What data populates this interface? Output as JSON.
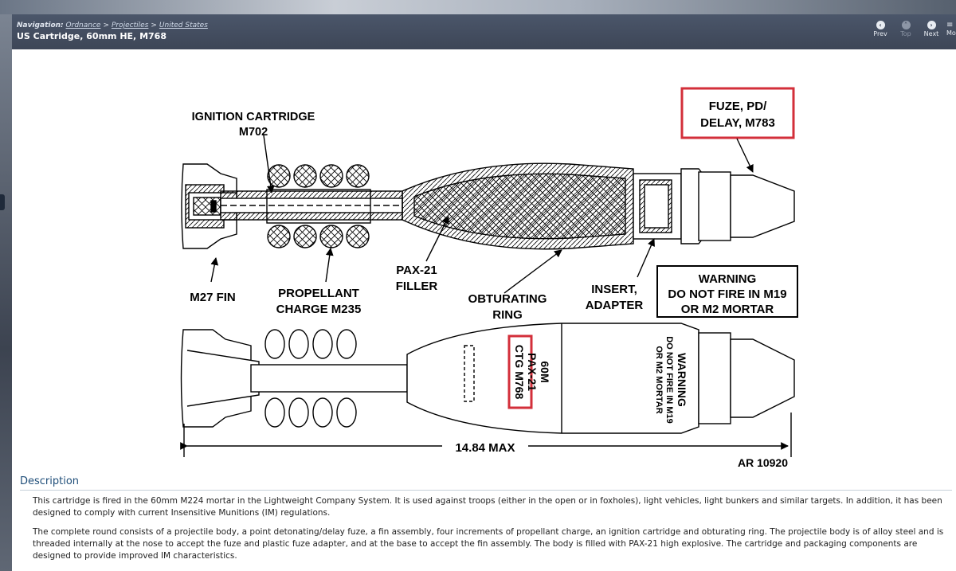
{
  "window": {
    "breadcrumb": {
      "label": "Navigation:",
      "items": [
        "Ordnance",
        "Projectiles",
        "United States"
      ],
      "separator": ">"
    },
    "title": "US Cartridge, 60mm HE, M768",
    "nav": {
      "prev": "Prev",
      "top": "Top",
      "next": "Next",
      "more": "Mo"
    }
  },
  "diagram": {
    "labels": {
      "ignition_line1": "IGNITION CARTRIDGE",
      "ignition_line2": "M702",
      "fuze_line1": "FUZE, PD/",
      "fuze_line2": "DELAY, M783",
      "pax_line1": "PAX-21",
      "pax_line2": "FILLER",
      "m27": "M27 FIN",
      "propellant_line1": "PROPELLANT",
      "propellant_line2": "CHARGE M235",
      "obturating_line1": "OBTURATING",
      "obturating_line2": "RING",
      "insert_line1": "INSERT,",
      "insert_line2": "ADAPTER",
      "warning_line1": "WARNING",
      "warning_line2": "DO NOT FIRE IN M19",
      "warning_line3": "OR M2 MORTAR",
      "body_mark_line1": "60M",
      "body_mark_line2": "PAX-21",
      "body_mark_line3": "CTG M768",
      "body_warning_line1": "WARNING",
      "body_warning_line2": "DO NOT FIRE IN M19",
      "body_warning_line3": "OR M2 MORTAR",
      "dimension": "14.84 MAX",
      "ref": "AR 10920"
    },
    "highlight_color": "#d32f3a"
  },
  "description": {
    "heading": "Description",
    "paragraphs": [
      "This cartridge is fired in the 60mm M224 mortar in the Lightweight Company System. It is used against troops (either in the open or in foxholes), light vehicles, light bunkers and similar targets. In addition, it has been designed to comply with current Insensitive Munitions (IM) regulations.",
      "The complete round consists of a projectile body, a point detonating/delay fuze, a fin assembly, four increments of propellant charge, an ignition cartridge and obturating ring. The projectile body is of alloy steel and is threaded internally at the nose to accept the fuze and plastic fuze adapter, and at the base to accept the fin assembly. The body is filled with PAX-21 high explosive. The cartridge and packaging components are designed to provide improved IM characteristics."
    ]
  }
}
